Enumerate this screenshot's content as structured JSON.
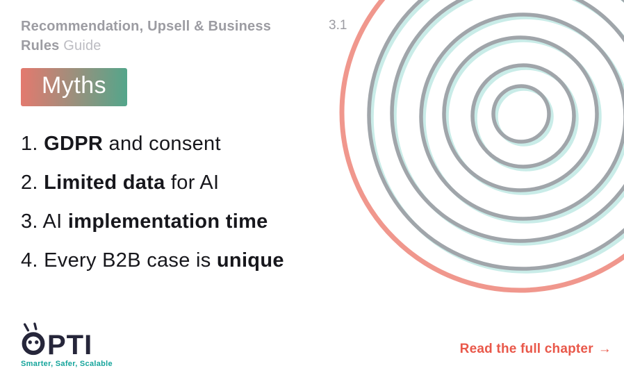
{
  "header": {
    "title_line1": "Recommendation, Upsell & Business",
    "title_line2_strong": "Rules",
    "title_line2_light": "Guide",
    "section_number": "3.1"
  },
  "badge": {
    "label": "Myths"
  },
  "myths": [
    {
      "pre": "1. ",
      "bold": "GDPR",
      "post": " and consent"
    },
    {
      "pre": "2. ",
      "bold": "Limited data",
      "post": " for AI"
    },
    {
      "pre": "3. AI ",
      "bold": "implementation time",
      "post": ""
    },
    {
      "pre": "4. Every B2B case is ",
      "bold": "unique",
      "post": ""
    }
  ],
  "footer": {
    "logo_text": "PTI",
    "logo_icon": "robot-o-icon",
    "tagline": "Smarter, Safer, Scalable",
    "link_label": "Read the full chapter",
    "link_arrow": "→"
  },
  "colors": {
    "accent-coral": "#e9584a",
    "badge-gradient-start": "#e4796e",
    "badge-gradient-end": "#53a68b",
    "title-gray": "#9c9ca2",
    "ink": "#17171c",
    "logo-dark": "#26263a",
    "tagline-teal": "#14a49b",
    "circle-gray": "#a0a5aa",
    "circle-coral": "#f0978d",
    "circle-teal": "#c9ece8"
  }
}
